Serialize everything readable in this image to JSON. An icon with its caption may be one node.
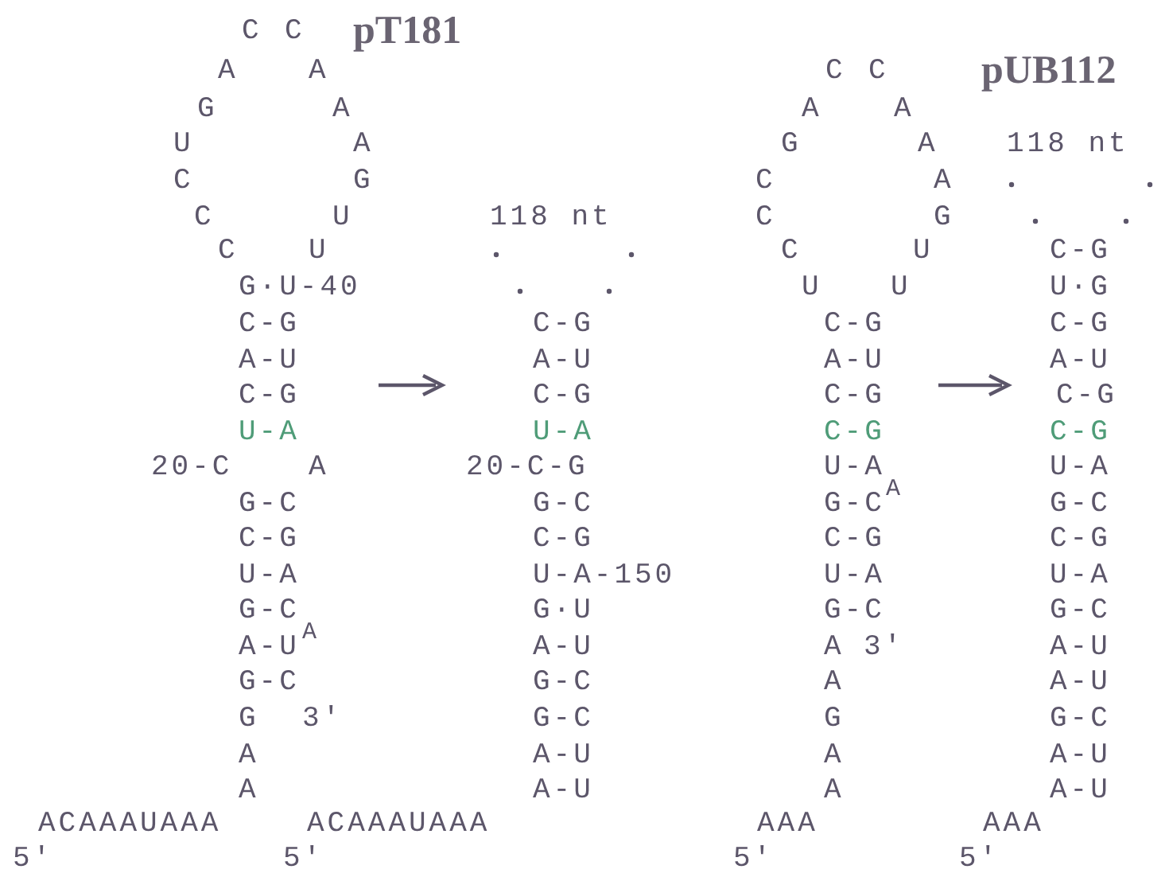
{
  "diagram": {
    "labels": [
      "pT181",
      "C",
      "C",
      "A",
      "A",
      "G",
      "A",
      "U",
      "A",
      "C",
      "G",
      "C",
      "U",
      "C",
      "U",
      "G·U-40",
      "C-G",
      "A-U",
      "C-G",
      "U-A",
      "20-C",
      "A",
      "G-C",
      "C-G",
      "U-A",
      "G-C",
      "A-U",
      "A",
      "G-C",
      "G",
      "3′",
      "A",
      "A",
      "ACAAAUAAA",
      "5′",
      "118 nt",
      "C-G",
      "A-U",
      "C-G",
      "U-A",
      "20-C-G",
      "G-C",
      "C-G",
      "U-A-150",
      "G·U",
      "A-U",
      "G-C",
      "G-C",
      "A-U",
      "A-U",
      "ACAAAUAAA",
      "5′",
      "pUB112",
      "C",
      "C",
      "A",
      "A",
      "G",
      "A",
      "C",
      "A",
      "C",
      "G",
      "C",
      "U",
      "U",
      "U",
      "C-G",
      "A-U",
      "C-G",
      "C-G",
      "U-A",
      "G-C",
      "A",
      "C-G",
      "U-A",
      "G-C",
      "A",
      "3′",
      "A",
      "G",
      "A",
      "A",
      "AAA",
      "5′",
      "118 nt",
      "C-G",
      "U·G",
      "C-G",
      "A-U",
      "C-G",
      "C-G",
      "U-A",
      "G-C",
      "C-G",
      "U-A",
      "G-C",
      "A-U",
      "A-U",
      "G-C",
      "A-U",
      "A-U",
      "AAA",
      "5′"
    ]
  }
}
